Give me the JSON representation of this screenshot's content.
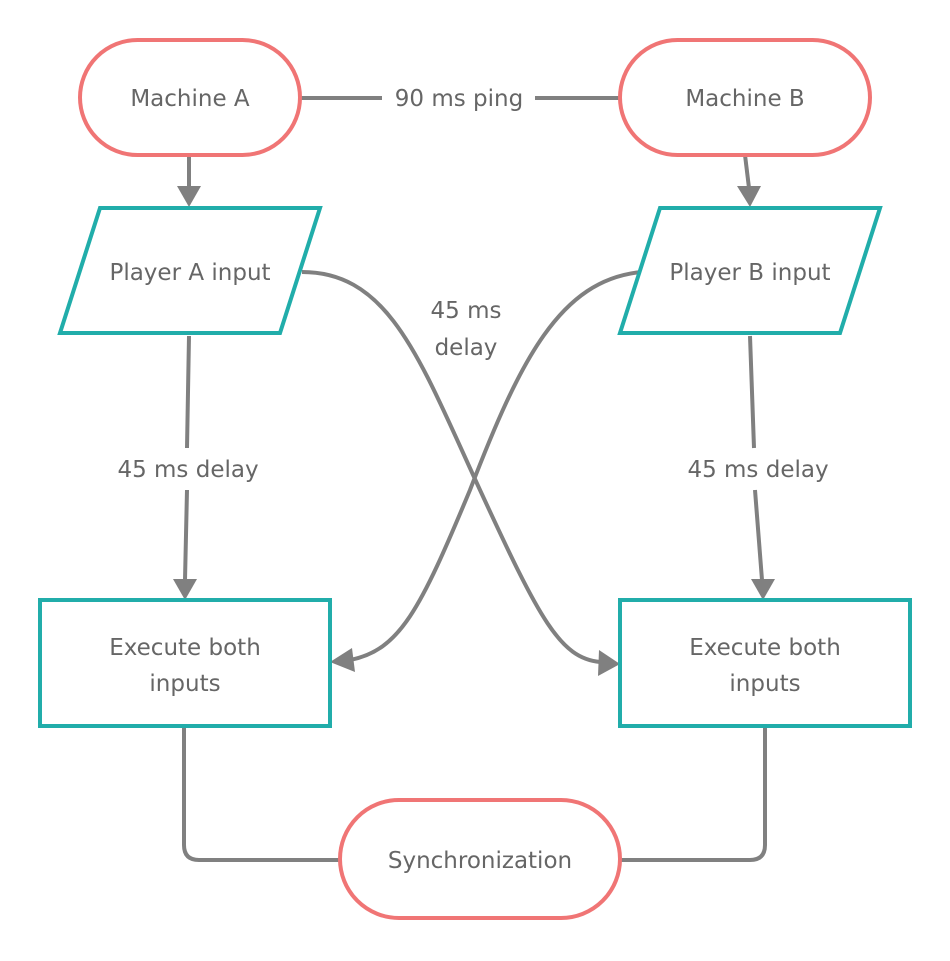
{
  "colors": {
    "terminal_border": "#f07575",
    "process_border": "#21adaa",
    "connector": "#808080",
    "text": "#666666",
    "background": "#ffffff"
  },
  "nodes": {
    "machine_a": {
      "label": "Machine A",
      "shape": "terminal"
    },
    "machine_b": {
      "label": "Machine B",
      "shape": "terminal"
    },
    "player_a_input": {
      "label": "Player A input",
      "shape": "parallelogram"
    },
    "player_b_input": {
      "label": "Player B input",
      "shape": "parallelogram"
    },
    "execute_a": {
      "label_line1": "Execute both",
      "label_line2": "inputs",
      "shape": "rectangle"
    },
    "execute_b": {
      "label_line1": "Execute both",
      "label_line2": "inputs",
      "shape": "rectangle"
    },
    "synchronization": {
      "label": "Synchronization",
      "shape": "terminal"
    }
  },
  "edges": {
    "ping": {
      "label": "90 ms ping",
      "from": "Machine A",
      "to": "Machine B"
    },
    "a_to_player_a": {
      "from": "Machine A",
      "to": "Player A input"
    },
    "b_to_player_b": {
      "from": "Machine B",
      "to": "Player B input"
    },
    "player_a_to_exec_a": {
      "label": "45 ms delay",
      "from": "Player A input",
      "to": "Execute both inputs (A)"
    },
    "player_b_to_exec_b": {
      "label": "45 ms delay",
      "from": "Player B input",
      "to": "Execute both inputs (B)"
    },
    "cross": {
      "label_line1": "45 ms",
      "label_line2": "delay",
      "description": "Player A input → Execute B; Player B input → Execute A"
    },
    "exec_a_to_sync": {
      "from": "Execute both inputs (A)",
      "to": "Synchronization"
    },
    "exec_b_to_sync": {
      "from": "Execute both inputs (B)",
      "to": "Synchronization"
    }
  }
}
